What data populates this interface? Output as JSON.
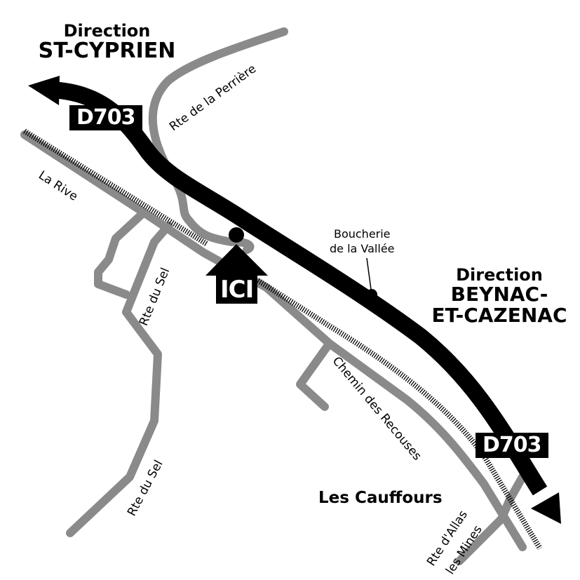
{
  "directions": {
    "west": {
      "line1": "Direction",
      "line2": "ST-CYPRIEN"
    },
    "east": {
      "line1": "Direction",
      "line2": "BEYNAC-",
      "line3": "ET-CAZENAC"
    }
  },
  "main_road": {
    "name": "D703"
  },
  "marker": {
    "label": "ICI"
  },
  "poi": {
    "line1": "Boucherie",
    "line2": "de la Vallée"
  },
  "place": "Les Cauffours",
  "streets": {
    "perriere": "Rte de la Perrière",
    "la_rive": "La Rive",
    "sel_1": "Rte du Sel",
    "sel_2": "Rte du Sel",
    "recouses": "Chemin des Recouses",
    "allas_1": "Rte d'Allas",
    "allas_2": "les Mines"
  },
  "colors": {
    "road_main": "#000000",
    "road_minor": "#8a8a8a"
  }
}
